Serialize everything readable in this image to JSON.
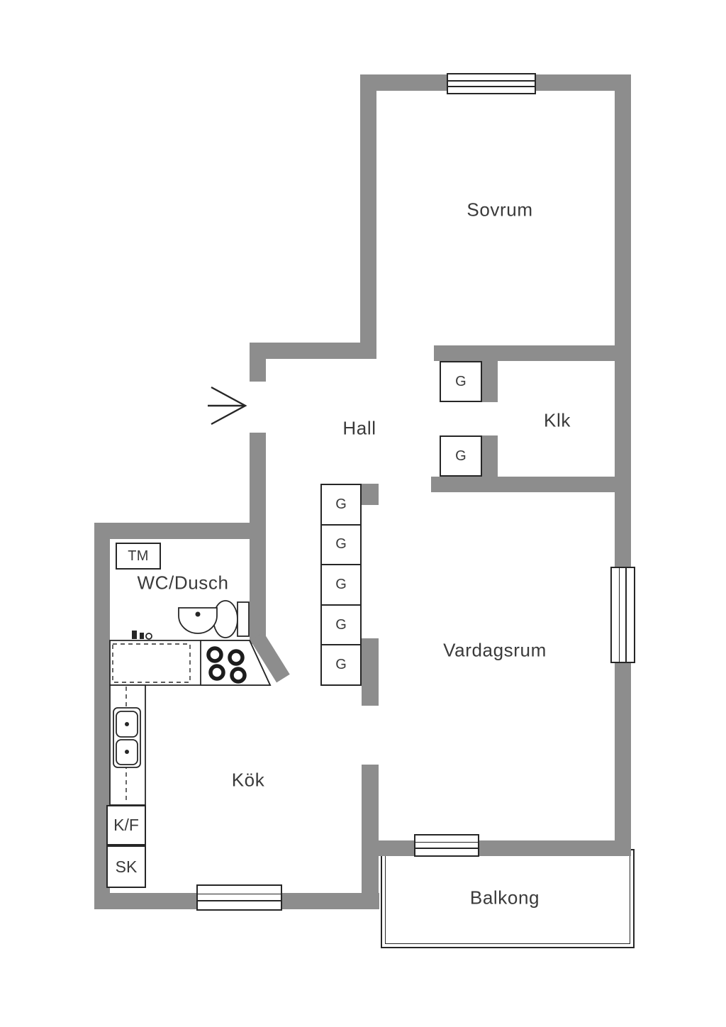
{
  "colors": {
    "wall": "#8d8d8d",
    "line": "#262626",
    "text": "#3a3a3a",
    "bg": "#ffffff"
  },
  "rooms": {
    "sovrum": {
      "label": "Sovrum"
    },
    "hall": {
      "label": "Hall"
    },
    "klk": {
      "label": "Klk"
    },
    "wc_dusch": {
      "label": "WC/Dusch"
    },
    "vardagsrum": {
      "label": "Vardagsrum"
    },
    "kok": {
      "label": "Kök"
    },
    "balkong": {
      "label": "Balkong"
    }
  },
  "appliances": {
    "washing_machine": "TM",
    "fridge_freezer": "K/F",
    "tall_cabinet": "SK"
  },
  "wardrobes": {
    "klk": [
      "G",
      "G"
    ],
    "hall": [
      "G",
      "G",
      "G",
      "G",
      "G"
    ]
  }
}
